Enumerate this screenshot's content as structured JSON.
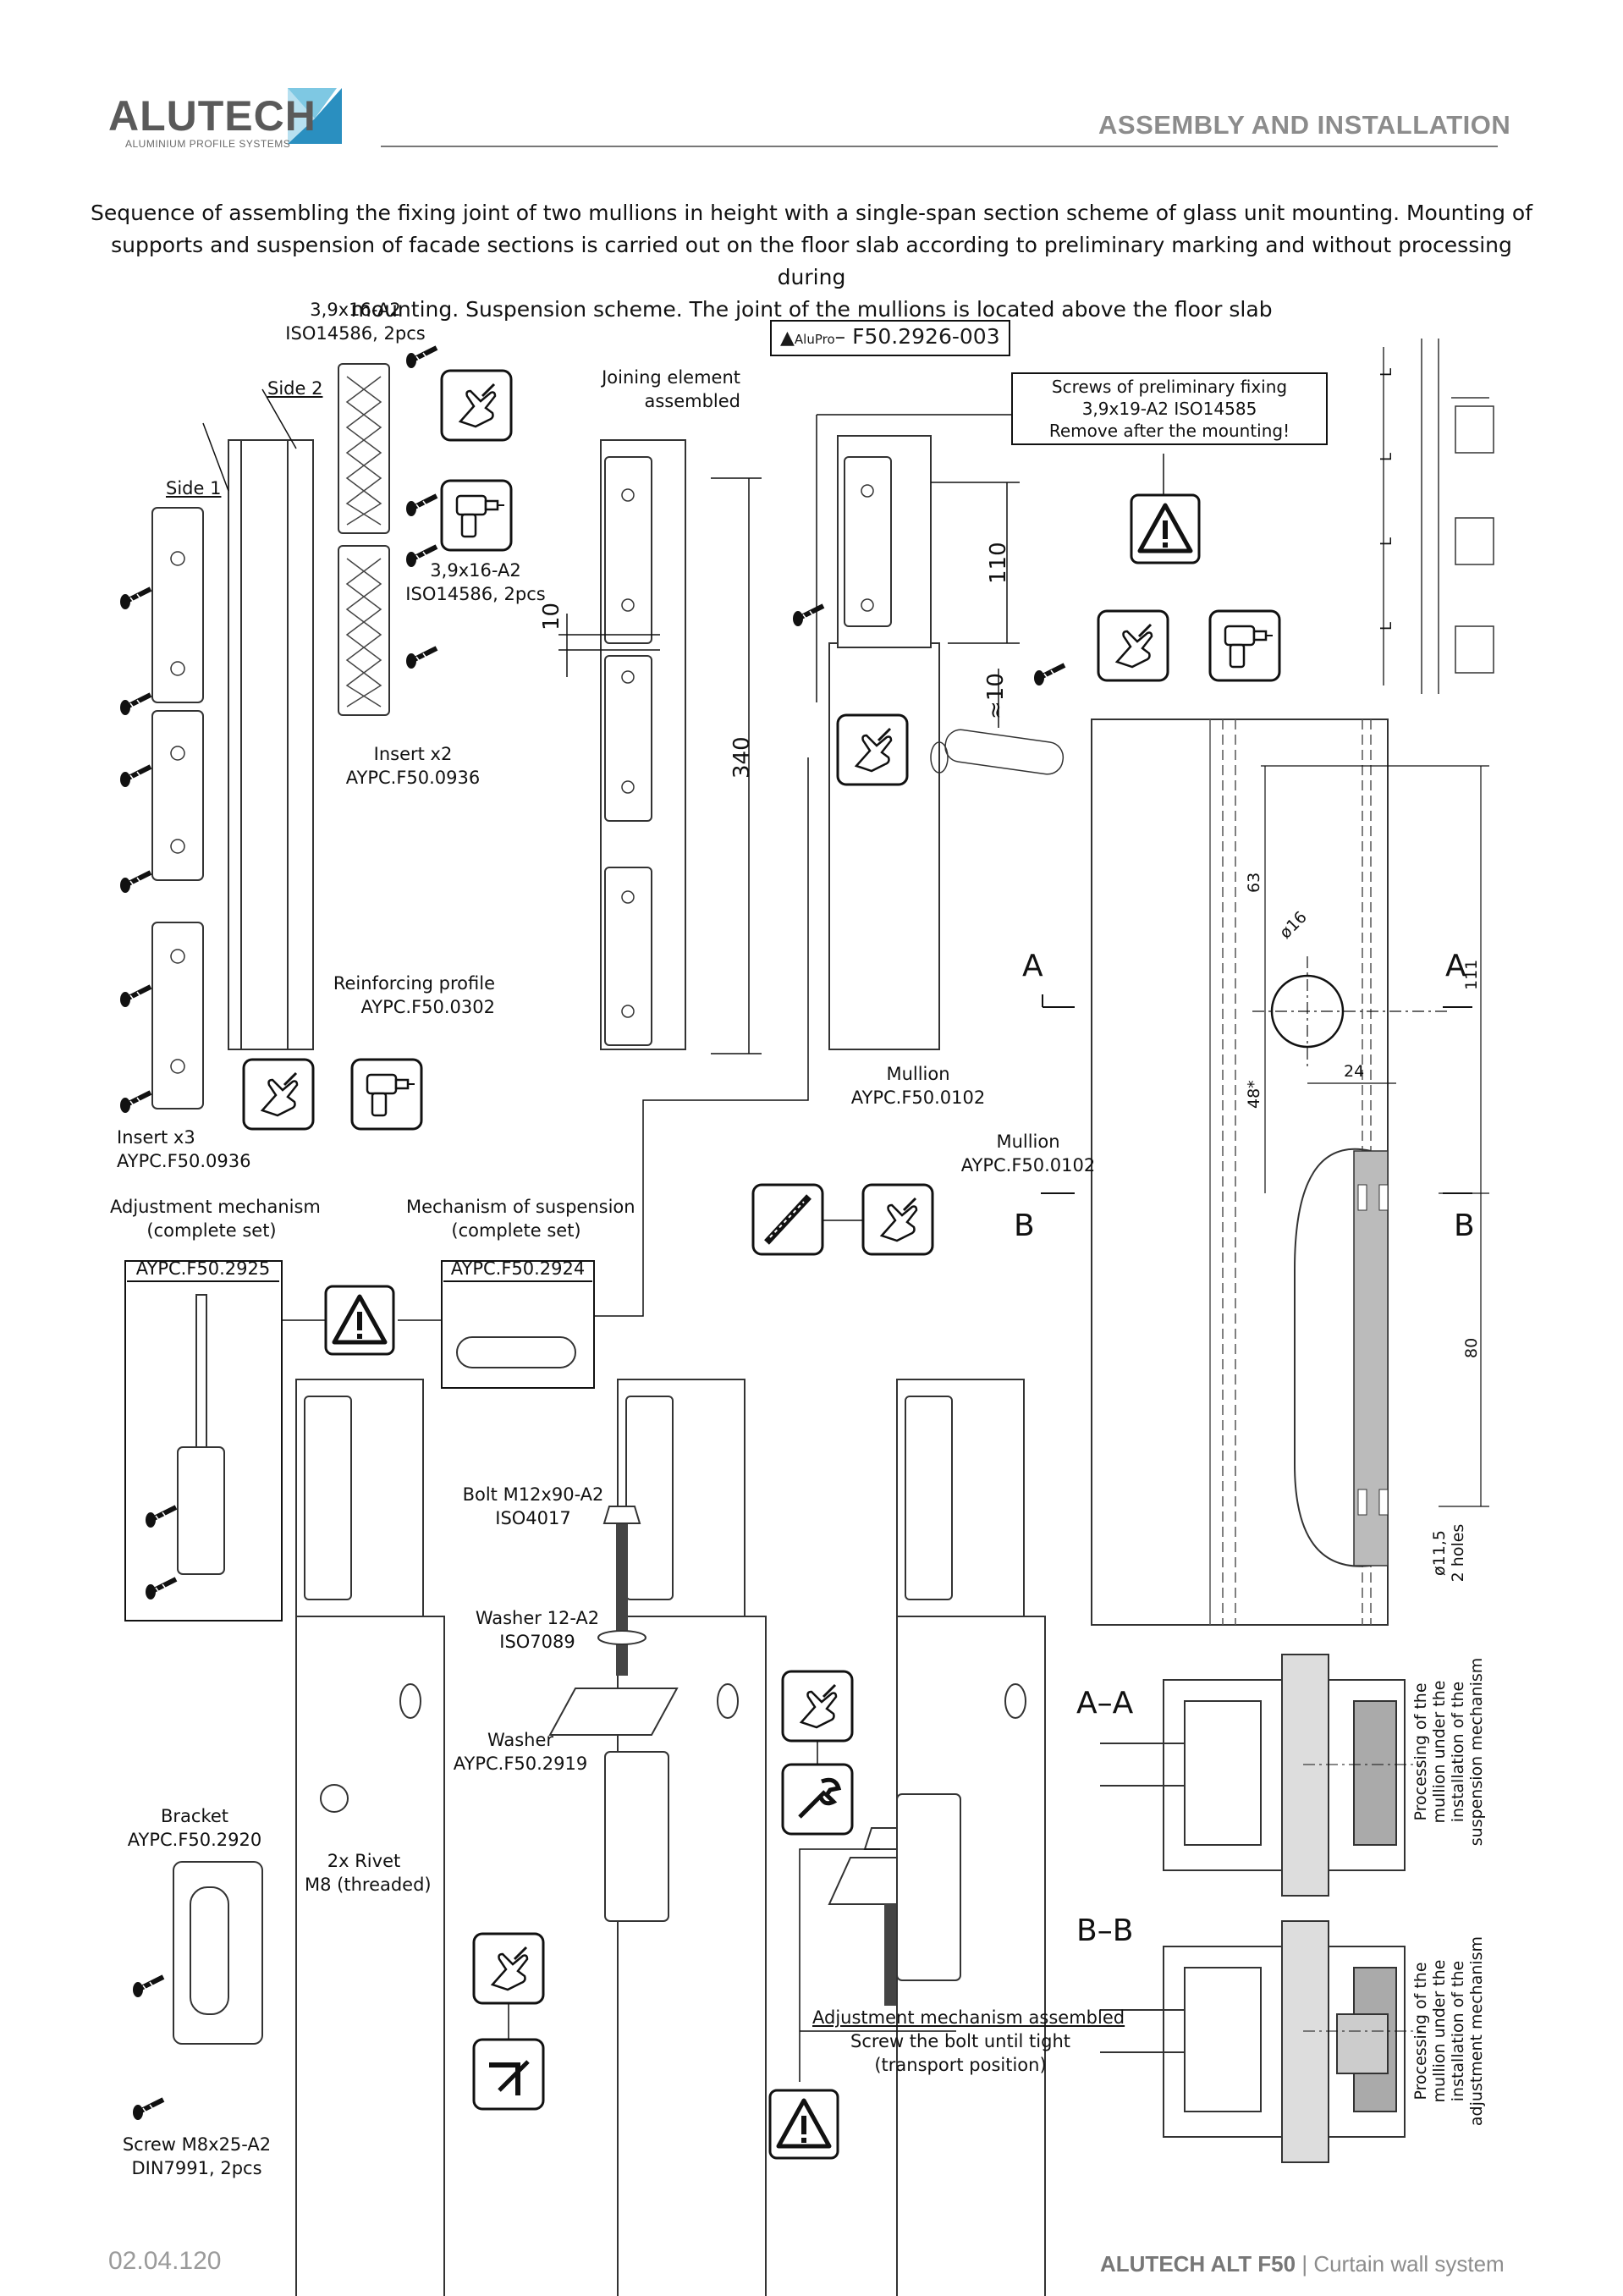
{
  "header": {
    "logo_text": "ALUTECH",
    "logo_subtitle": "ALUMINIUM PROFILE SYSTEMS",
    "section_title": "ASSEMBLY AND INSTALLATION"
  },
  "intro": {
    "line1": "Sequence of assembling the fixing joint of two mullions in height with a single-span section scheme of glass unit mounting. Mounting of",
    "line2": "supports and suspension of facade sections is carried out on the floor slab according to preliminary marking and without processing during",
    "line3": "mounting. Suspension scheme. The joint of the mullions is located above the floor slab"
  },
  "alupro": {
    "prefix": "AluPro",
    "code": "– F50.2926-003"
  },
  "labels": {
    "screw_top_1": "3,9x16-A2",
    "screw_top_2": "ISO14586, 2pcs",
    "side2": "Side 2",
    "side1": "Side 1",
    "screw_mid_1": "3,9x16-A2",
    "screw_mid_2": "ISO14586, 2pcs",
    "insert_x2_1": "Insert x2",
    "insert_x2_2": "AYPC.F50.0936",
    "reinforcing_1": "Reinforcing profile",
    "reinforcing_2": "AYPC.F50.0302",
    "insert_x3_1": "Insert x3",
    "insert_x3_2": "AYPC.F50.0936",
    "joining_1": "Joining element",
    "joining_2": "assembled",
    "prelim_1": "Screws of preliminary fixing",
    "prelim_2": "3,9x19-A2 ISO14585",
    "prelim_3": "Remove after the mounting!",
    "mullion_a_1": "Mullion",
    "mullion_a_2": "AYPC.F50.0102",
    "mullion_b_1": "Mullion",
    "mullion_b_2": "AYPC.F50.0102",
    "adjust_mech_1": "Adjustment mechanism",
    "adjust_mech_2": "(complete set)",
    "adjust_mech_code": "AYPC.F50.2925",
    "susp_mech_1": "Mechanism of suspension",
    "susp_mech_2": "(complete set)",
    "susp_mech_code": "AYPC.F50.2924",
    "bolt_1": "Bolt M12x90-A2",
    "bolt_2": "ISO4017",
    "washer12_1": "Washer 12-A2",
    "washer12_2": "ISO7089",
    "washer_1": "Washer",
    "washer_2": "AYPC.F50.2919",
    "bracket_1": "Bracket",
    "bracket_2": "AYPC.F50.2920",
    "rivet_1": "2x Rivet",
    "rivet_2": "M8 (threaded)",
    "screw_m8_1": "Screw M8x25-A2",
    "screw_m8_2": "DIN7991, 2pcs",
    "adj_assembled_1": "Adjustment mechanism assembled",
    "adj_assembled_2": "Screw the bolt until tight",
    "adj_assembled_3": "(transport position)",
    "section_aa": "A–A",
    "section_bb": "B–B",
    "cut_a": "A",
    "cut_b": "B",
    "proc_susp_1": "Processing of the",
    "proc_susp_2": "mullion under the",
    "proc_susp_3": "installation of the",
    "proc_susp_4": "suspension mechanism",
    "proc_adj_1": "Processing of the",
    "proc_adj_2": "mullion under the",
    "proc_adj_3": "installation of the",
    "proc_adj_4": "adjustment mechanism",
    "holes_1": "ø11,5",
    "holes_2": "2 holes"
  },
  "dimensions": {
    "d10a": "10",
    "d340": "340",
    "d110": "110",
    "d10b": "≈10",
    "d63": "63",
    "d16": "ø16",
    "d24": "24",
    "d48": "48*",
    "d111": "111",
    "d80": "80",
    "L": "L"
  },
  "footer": {
    "page_number": "02.04.120",
    "brand": "ALUTECH ALT F50",
    "separator": " | ",
    "product": "Curtain wall system"
  },
  "colors": {
    "logo_gray": "#5a5a5a",
    "logo_blue_light": "#7ec8e3",
    "logo_blue_dark": "#2a8fc0",
    "section_title_gray": "#8c8c8c"
  },
  "icons": [
    "warning-icon",
    "hand-icon",
    "drill-icon",
    "wrench-icon",
    "screwdriver-icon",
    "hex-key-icon"
  ]
}
